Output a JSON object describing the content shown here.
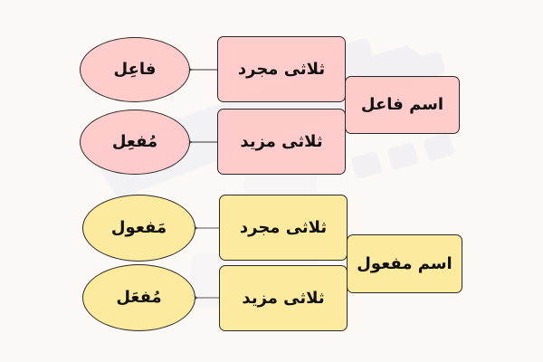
{
  "diagram": {
    "colors": {
      "background": "#fcf8f6",
      "pink_fill": "#ffcdcd",
      "yellow_fill": "#fbe8a0",
      "border": "#2a2a2a"
    },
    "groups": [
      {
        "root": {
          "label": "اسم فاعل"
        },
        "branches": [
          {
            "label": "ثلاثی مجرد",
            "result": "فاعِل"
          },
          {
            "label": "ثلاثی مزید",
            "result": "مُفعِل"
          }
        ]
      },
      {
        "root": {
          "label": "اسم مفعول"
        },
        "branches": [
          {
            "label": "ثلاثی مجرد",
            "result": "مَفعول"
          },
          {
            "label": "ثلاثی مزید",
            "result": "مُفعَل"
          }
        ]
      }
    ]
  }
}
